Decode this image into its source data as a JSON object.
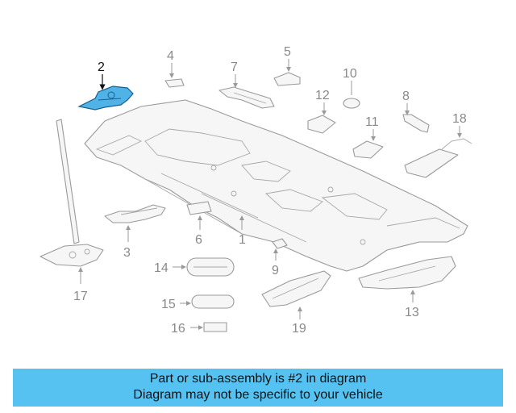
{
  "diagram": {
    "highlight_color": "#4fb3e8",
    "highlighted_part": "2",
    "callouts": [
      "1",
      "2",
      "3",
      "4",
      "5",
      "6",
      "7",
      "8",
      "9",
      "10",
      "11",
      "12",
      "13",
      "14",
      "15",
      "16",
      "17",
      "18",
      "19"
    ]
  },
  "banner": {
    "background": "#56c2f2",
    "line1": "Part or sub-assembly is #2 in diagram",
    "line2": "Diagram may not be specific to your vehicle"
  }
}
